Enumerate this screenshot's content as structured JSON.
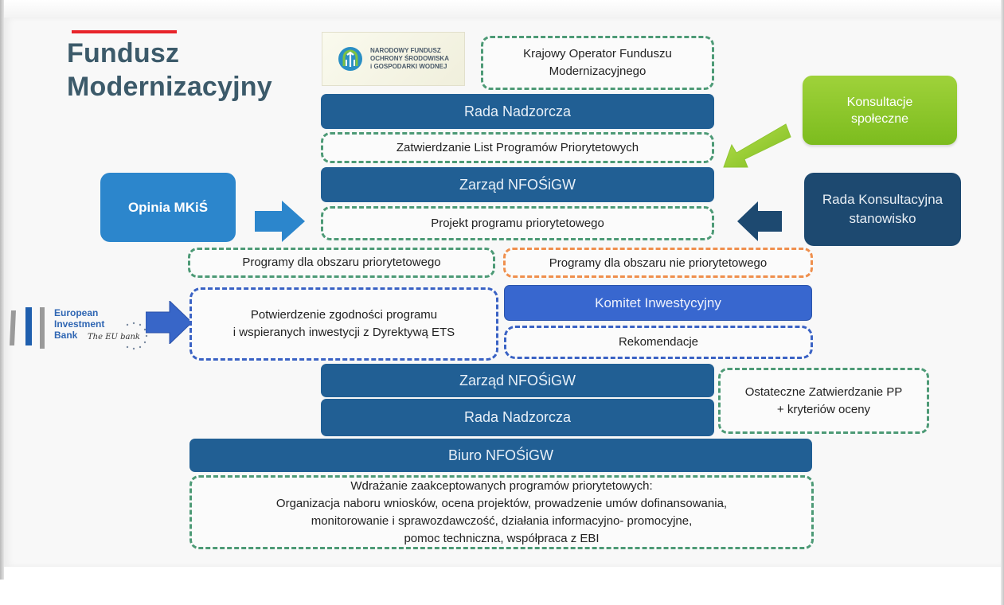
{
  "title": {
    "line1": "Fundusz",
    "line2": "Modernizacyjny"
  },
  "logos": {
    "nfosigw": {
      "icon": "nfosigw-logo-icon",
      "line1": "NARODOWY FUNDUSZ",
      "line2": "OCHRONY ŚRODOWISKA",
      "line3": "i GOSPODARKI WODNEJ"
    },
    "eib": {
      "icon": "eib-logo-icon",
      "line1": "European",
      "line2": "Investment",
      "line3": "Bank",
      "tagline": "The EU bank"
    }
  },
  "boxes": {
    "krajowy_operator": {
      "line1": "Krajowy Operator Funduszu",
      "line2": "Modernizacyjnego"
    },
    "rada_nadzorcza_top": "Rada Nadzorcza",
    "zatwierdzanie_list": "Zatwierdzanie List Programów Priorytetowych",
    "zarzad_top": "Zarząd NFOŚiGW",
    "projekt_programu": "Projekt programu priorytetowego",
    "konsultacje": {
      "line1": "Konsultacje",
      "line2": "społeczne"
    },
    "rada_konsultacyjna": {
      "line1": "Rada Konsultacyjna",
      "line2": "stanowisko"
    },
    "opinia_mkis": "Opinia MKiŚ",
    "programy_priorytetowe": "Programy dla obszaru priorytetowego",
    "programy_nie_priorytetowe": "Programy dla obszaru nie priorytetowego",
    "potwierdzenie": {
      "line1": "Potwierdzenie zgodności programu",
      "line2": "i wspieranych inwestycji z Dyrektywą ETS"
    },
    "komitet": "Komitet Inwestycyjny",
    "rekomendacje": "Rekomendacje",
    "zarzad_bottom": "Zarząd NFOŚiGW",
    "rada_nadzorcza_bottom": "Rada Nadzorcza",
    "ostateczne": {
      "line1": "Ostateczne Zatwierdzanie PP",
      "line2": "+ kryteriów oceny"
    },
    "biuro": "Biuro NFOŚiGW",
    "wdrazanie": {
      "line1": "Wdrażanie zaakceptowanych programów priorytetowych:",
      "line2": "Organizacja naboru wniosków, ocena projektów, prowadzenie umów dofinansowania,",
      "line3": "monitorowanie i sprawozdawczość,  działania informacyjno- promocyjne,",
      "line4": "pomoc techniczna, współpraca z EBI"
    }
  },
  "colors": {
    "title": "#3c5a6a",
    "accent_red": "#e8242a",
    "dark_blue": "#215f94",
    "navy": "#1d4970",
    "mid_blue": "#2c86cc",
    "royal_blue": "#3867cf",
    "green_dash": "#4d9a76",
    "orange_dash": "#ef8f4d",
    "blue_dash": "#3a62c4",
    "lime": "#8cc82a"
  }
}
